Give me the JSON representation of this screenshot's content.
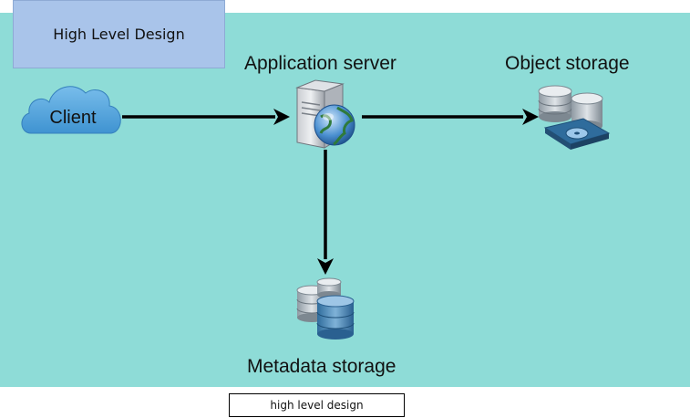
{
  "title": "High Level Design",
  "caption": "high level design",
  "nodes": {
    "client": "Client",
    "app_server": "Application server",
    "object_storage": "Object storage",
    "metadata_storage": "Metadata storage"
  },
  "colors": {
    "background": "#8edcd7",
    "title_box": "#a9c4ea",
    "cloud": "#5aa9df",
    "arrow": "#000000"
  },
  "icons": {
    "client": "cloud-icon",
    "app_server": "server-globe-icon",
    "object_storage": "database-drive-icon",
    "metadata_storage": "database-stack-icon"
  },
  "edges": [
    {
      "from": "Client",
      "to": "Application server"
    },
    {
      "from": "Application server",
      "to": "Object storage"
    },
    {
      "from": "Application server",
      "to": "Metadata storage"
    }
  ]
}
